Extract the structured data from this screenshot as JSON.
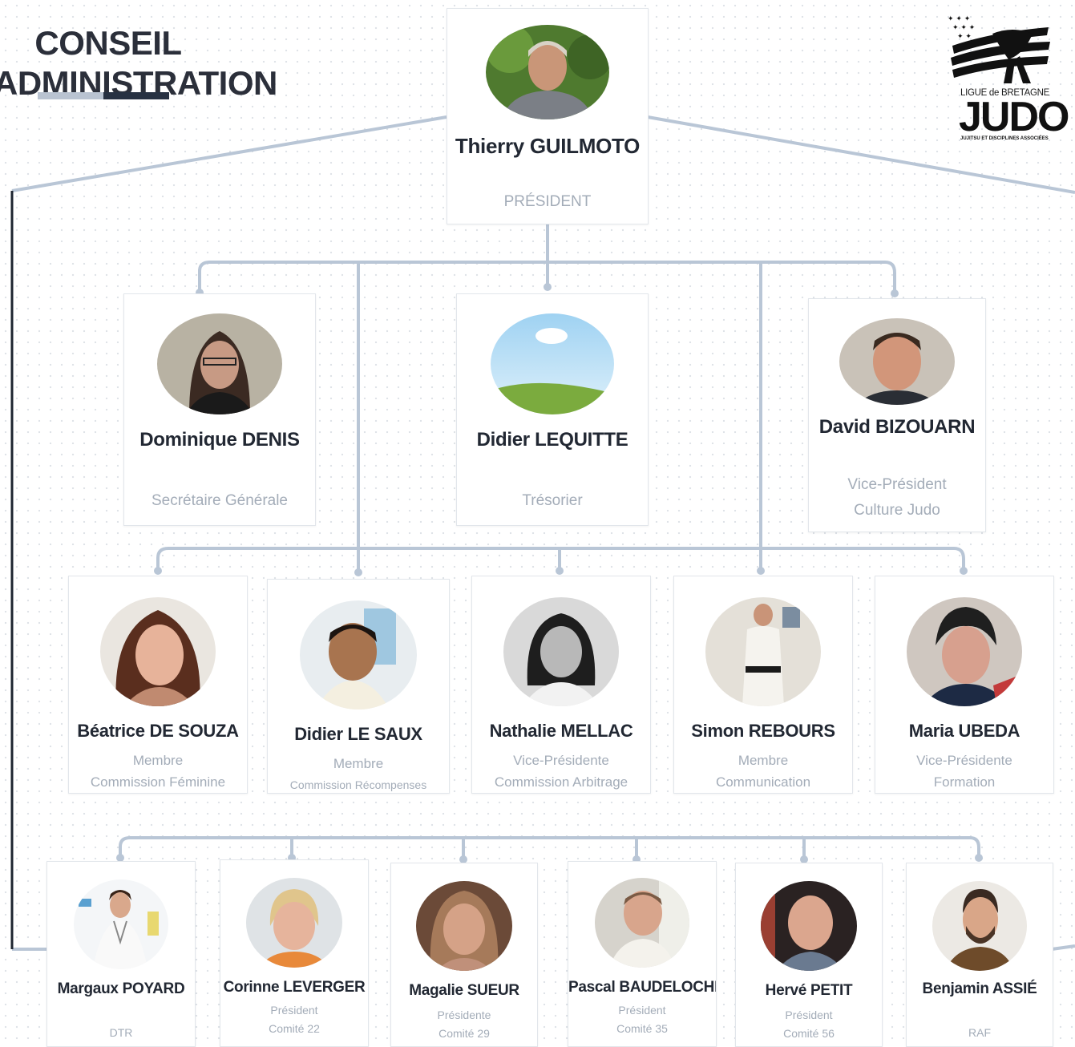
{
  "title": {
    "line1": "CONSEIL",
    "line2": "ADMINISTRATION"
  },
  "logo": {
    "top_text": "LIGUE de BRETAGNE",
    "main_text": "JUDO",
    "sub_text": "JUJITSU ET DISCIPLINES ASSOCIÉES"
  },
  "colors": {
    "connector": "#b9c6d6",
    "side_line": "#1e2530",
    "name_text": "#222833",
    "role_text": "#a3acb8"
  },
  "president": {
    "name": "Thierry GUILMOTO",
    "role": "PRÉSIDENT",
    "photo": "portrait-man-outdoors"
  },
  "bureau": [
    {
      "name": "Dominique DENIS",
      "role1": "Secrétaire Générale",
      "role2": "",
      "photo": "portrait-woman-glasses"
    },
    {
      "name": "Didier LEQUITTE",
      "role1": "Trésorier",
      "role2": "",
      "photo": "placeholder-landscape"
    },
    {
      "name": "David BIZOUARN",
      "role1": "Vice-Président",
      "role2": "Culture Judo",
      "photo": "portrait-man-smiling"
    }
  ],
  "members": [
    {
      "name": "Béatrice DE SOUZA",
      "role1": "Membre",
      "role2": "Commission Féminine",
      "photo": "portrait-woman-brown-hair"
    },
    {
      "name": "Didier LE SAUX",
      "role1": "Membre",
      "role2": "Commission Récompenses",
      "photo": "portrait-man-judogi-dojo"
    },
    {
      "name": "Nathalie MELLAC",
      "role1": "Vice-Présidente",
      "role2": "Commission Arbitrage",
      "photo": "portrait-woman-bw"
    },
    {
      "name": "Simon REBOURS",
      "role1": "Membre",
      "role2": "Communication",
      "photo": "portrait-man-judogi-full"
    },
    {
      "name": "Maria UBEDA",
      "role1": "Vice-Présidente",
      "role2": "Formation",
      "photo": "portrait-woman-short-hair"
    }
  ],
  "committees": [
    {
      "name": "Margaux POYARD",
      "role1": "DTR",
      "role2": "",
      "photo": "portrait-woman-judogi"
    },
    {
      "name": "Corinne LEVERGER",
      "role1": "Président",
      "role2": "Comité 22",
      "photo": "portrait-woman-blonde"
    },
    {
      "name": "Magalie SUEUR",
      "role1": "Présidente",
      "role2": "Comité 29",
      "photo": "portrait-woman-long-hair"
    },
    {
      "name": "Pascal BAUDELOCHE",
      "role1": "Président",
      "role2": "Comité 35",
      "photo": "portrait-man-judogi-tatami"
    },
    {
      "name": "Hervé PETIT",
      "role1": "Président",
      "role2": "Comité 56",
      "photo": "portrait-man-bald"
    },
    {
      "name": "Benjamin ASSIÉ",
      "role1": "RAF",
      "role2": "",
      "photo": "portrait-man-beard"
    }
  ]
}
